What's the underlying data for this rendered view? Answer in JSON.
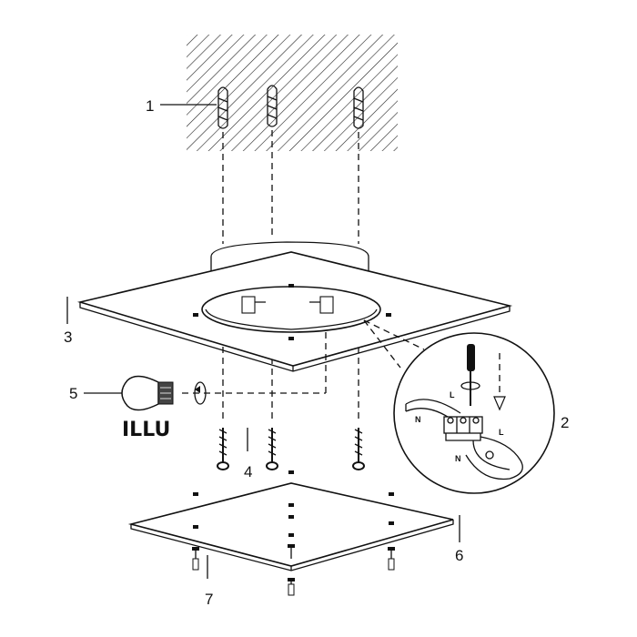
{
  "labels": {
    "n1": "1",
    "n2": "2",
    "n3": "3",
    "n4": "4",
    "n5": "5",
    "n6": "6",
    "n7": "7",
    "illu": "ILLU",
    "wire_l1": "L",
    "wire_n1": "N",
    "wire_l2": "L",
    "wire_n2": "N"
  },
  "colors": {
    "line": "#111111",
    "background": "#ffffff"
  }
}
